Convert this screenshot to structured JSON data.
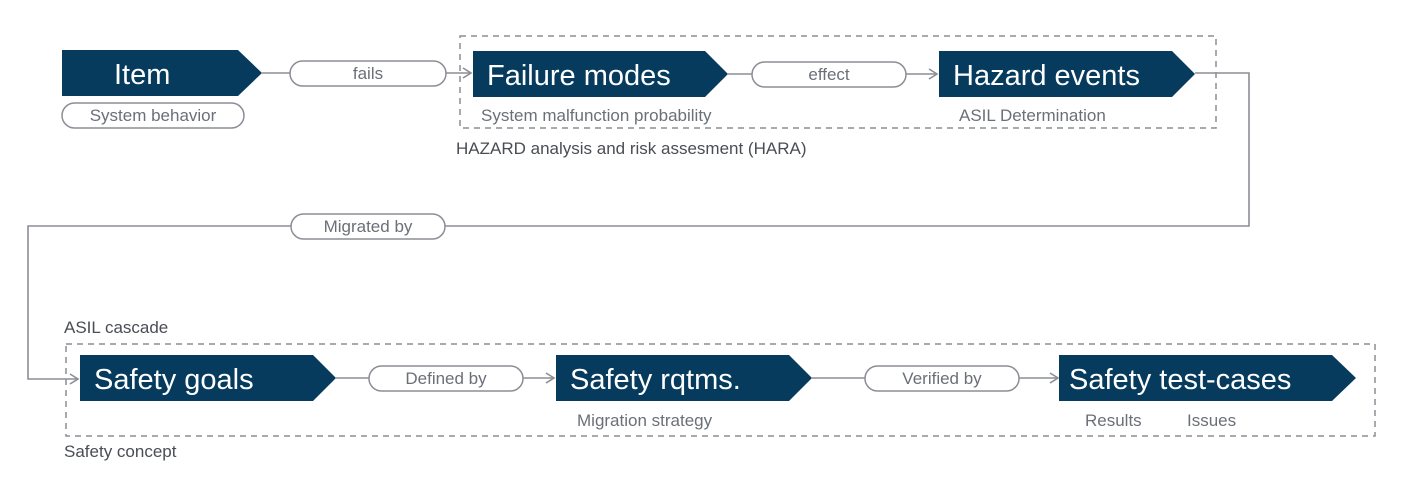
{
  "colors": {
    "node_fill": "#063b5e",
    "node_text": "#ffffff",
    "line": "#8b8e95",
    "pill_border": "#8b8e95",
    "muted_text": "#6b6f78",
    "region_text": "#4a4d55"
  },
  "nodes": {
    "item": {
      "label": "Item",
      "sublabel": "System behavior"
    },
    "failure_modes": {
      "label": "Failure modes",
      "sublabel": "System malfunction probability"
    },
    "hazard_events": {
      "label": "Hazard events",
      "sublabel": "ASIL Determination"
    },
    "safety_goals": {
      "label": "Safety goals"
    },
    "safety_rqtms": {
      "label": "Safety rqtms.",
      "sublabel": "Migration strategy"
    },
    "safety_test_cases": {
      "label": "Safety test-cases",
      "sublabels": [
        "Results",
        "Issues"
      ]
    }
  },
  "edges": {
    "fails": "fails",
    "effect": "effect",
    "migrated_by": "Migrated by",
    "defined_by": "Defined by",
    "verified_by": "Verified by"
  },
  "regions": {
    "hara": "HAZARD analysis and risk assesment (HARA)",
    "asil_cascade": "ASIL cascade",
    "safety_concept": "Safety concept"
  }
}
